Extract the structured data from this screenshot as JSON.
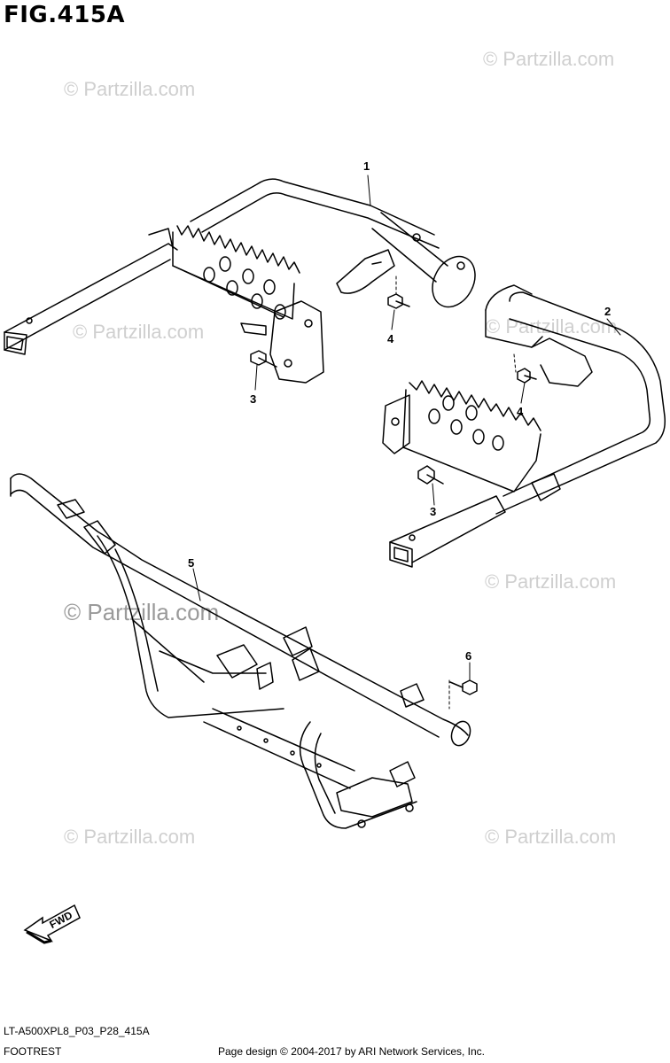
{
  "figure": {
    "title": "FIG.415A",
    "code": "LT-A500XPL8_P03_P28_415A",
    "name": "FOOTREST"
  },
  "copyright": "Page design © 2004-2017 by ARI Network Services, Inc.",
  "watermark": "© Partzilla.com",
  "fwd_label": "FWD",
  "callouts": [
    {
      "id": "callout-1",
      "text": "1"
    },
    {
      "id": "callout-2",
      "text": "2"
    },
    {
      "id": "callout-3a",
      "text": "3"
    },
    {
      "id": "callout-3b",
      "text": "3"
    },
    {
      "id": "callout-4a",
      "text": "4"
    },
    {
      "id": "callout-4b",
      "text": "4"
    },
    {
      "id": "callout-5",
      "text": "5"
    },
    {
      "id": "callout-6",
      "text": "6"
    }
  ]
}
